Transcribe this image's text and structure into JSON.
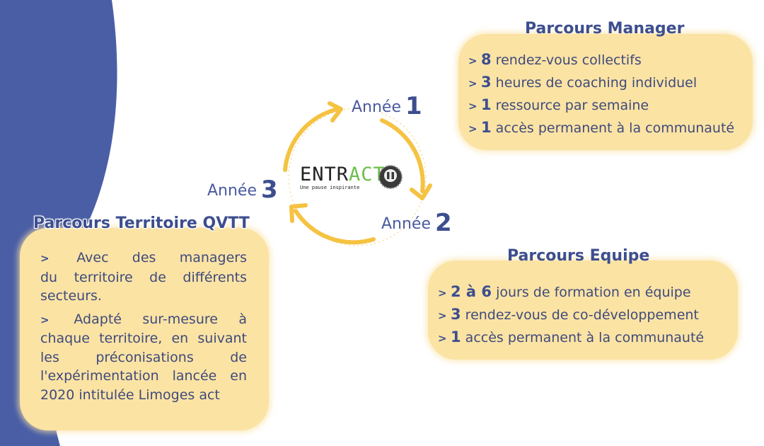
{
  "manager": {
    "title": "Parcours Manager",
    "items": [
      {
        "num": "8",
        "text": "rendez-vous collectifs"
      },
      {
        "num": "3",
        "text": "heures de coaching individuel"
      },
      {
        "num": "1",
        "text": "ressource par semaine"
      },
      {
        "num": "1",
        "text": "accès permanent à la communauté"
      }
    ]
  },
  "equipe": {
    "title": "Parcours Equipe",
    "items": [
      {
        "num": "2 à 6",
        "text": "jours de formation en équipe"
      },
      {
        "num": "3",
        "text": "rendez-vous de co-développement"
      },
      {
        "num": "1",
        "text": "accès permanent à la communauté"
      }
    ]
  },
  "territoire": {
    "title": "Parcours Territoire QVTT",
    "p1_lines": [
      "Avec des managers",
      "du territoire de différents",
      "secteurs."
    ],
    "p2_lines": [
      "Adapté sur-mesure à",
      "chaque territoire, en suivant",
      "les préconisations de",
      "l'expérimentation lancée en",
      "2020 intitulée Limoges act"
    ]
  },
  "cycle": {
    "year_word": "Année",
    "years": [
      "1",
      "2",
      "3"
    ]
  },
  "logo": {
    "wordmark_a": "ENTR",
    "wordmark_b": "ACT",
    "tagline": "Une pause inspirante"
  },
  "colors": {
    "blue": "#4a5ea6",
    "box": "#fbe3a4",
    "arrow": "#f5c242",
    "text": "#3f4a7c",
    "green": "#6cc04a"
  }
}
